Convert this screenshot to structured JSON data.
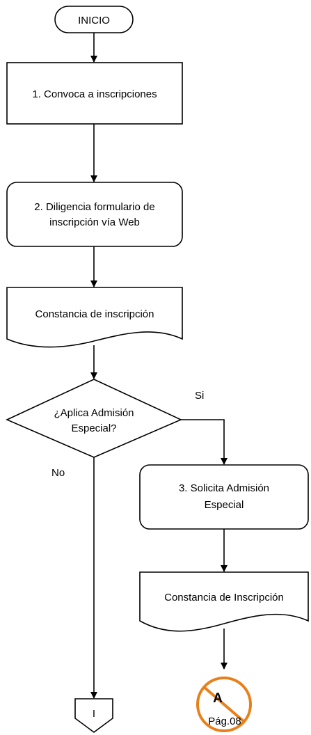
{
  "nodes": {
    "start": "INICIO",
    "step1": "1. Convoca a inscripciones",
    "step2_line1": "2. Diligencia formulario de",
    "step2_line2": "inscripción vía Web",
    "doc1": "Constancia de inscripción",
    "decision_line1": "¿Aplica Admisión",
    "decision_line2": "Especial?",
    "step3_line1": "3. Solicita Admisión",
    "step3_line2": "Especial",
    "doc2": "Constancia de Inscripción",
    "connector_offpage": "I",
    "connector_ref_letter": "A",
    "connector_ref_page": "Pág.08"
  },
  "edges": {
    "yes_label": "Si",
    "no_label": "No"
  },
  "colors": {
    "stroke": "#000000",
    "fill": "#ffffff",
    "connector_orange": "#e8801a"
  }
}
